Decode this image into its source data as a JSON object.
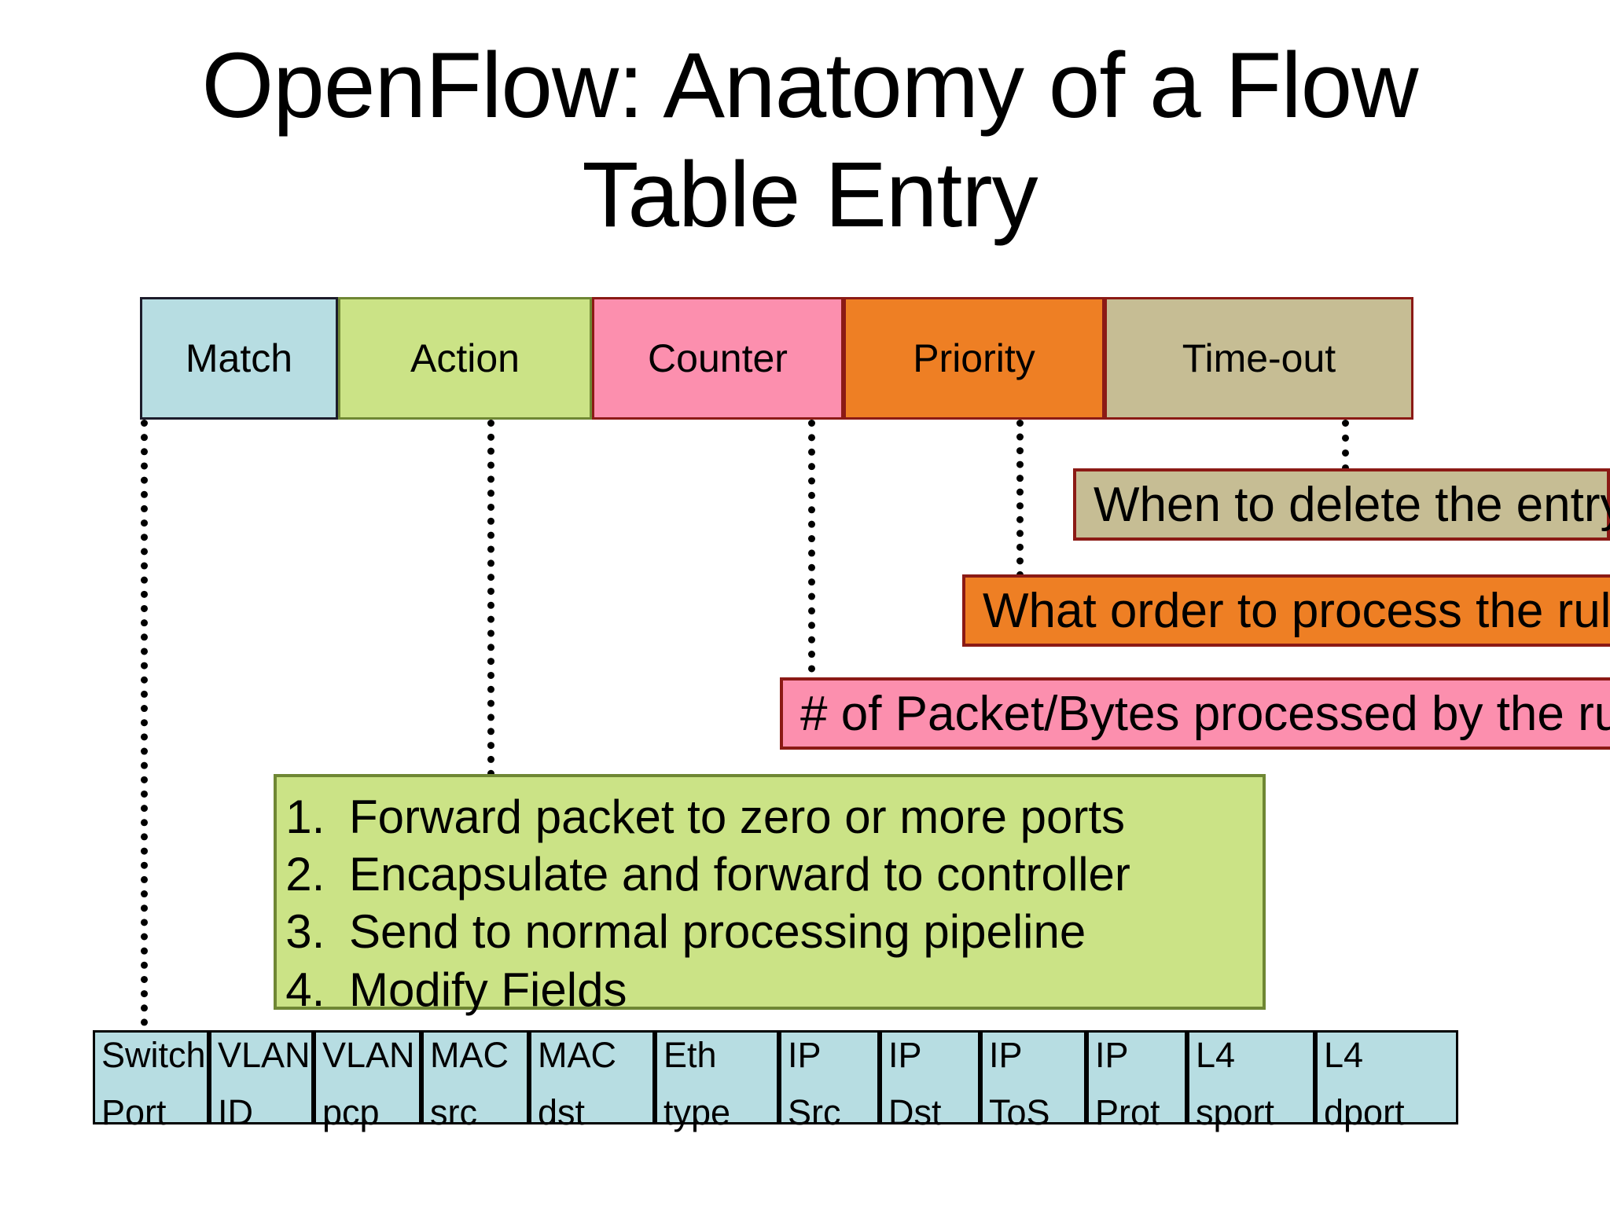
{
  "title": "OpenFlow: Anatomy of a Flow Table Entry",
  "colors": {
    "match": "#b7dde2",
    "action": "#cbe386",
    "counter": "#fc8fae",
    "priority": "#ee7f24",
    "timeout": "#c6bd94",
    "border_dark_red": "#8b1a15",
    "border_black": "#1c1c2b",
    "border_olive": "#6f8734",
    "text": "#000000",
    "background": "#ffffff"
  },
  "entry_bar": {
    "cells": [
      {
        "label": "Match",
        "fill": "#b7dde2",
        "border": "#1c1c2b"
      },
      {
        "label": "Action",
        "fill": "#cbe386",
        "border": "#6f8734"
      },
      {
        "label": "Counter",
        "fill": "#fc8fae",
        "border": "#8b1a15"
      },
      {
        "label": "Priority",
        "fill": "#ee7f24",
        "border": "#8b1a15"
      },
      {
        "label": "Time-out",
        "fill": "#c6bd94",
        "border": "#8b1a15"
      }
    ]
  },
  "callouts": [
    {
      "id": "timeout-callout",
      "text": "When to delete the entry",
      "fill": "#c6bd94"
    },
    {
      "id": "priority-callout",
      "text": "What order to process the rule",
      "fill": "#ee7f24"
    },
    {
      "id": "counter-callout",
      "text": "# of Packet/Bytes processed by the rule",
      "fill": "#fc8fae"
    }
  ],
  "action_list": {
    "items": [
      "Forward packet to zero or more ports",
      "Encapsulate and forward to controller",
      "Send to normal processing pipeline",
      "Modify Fields"
    ]
  },
  "match_fields": [
    {
      "line1": "Switch",
      "line2": "Port"
    },
    {
      "line1": "VLAN",
      "line2": "ID"
    },
    {
      "line1": "VLAN",
      "line2": "pcp"
    },
    {
      "line1": "MAC",
      "line2": "src"
    },
    {
      "line1": "MAC",
      "line2": "dst"
    },
    {
      "line1": "Eth",
      "line2": "type"
    },
    {
      "line1": "IP",
      "line2": "Src"
    },
    {
      "line1": "IP",
      "line2": "Dst"
    },
    {
      "line1": "IP",
      "line2": "ToS"
    },
    {
      "line1": "IP",
      "line2": "Prot"
    },
    {
      "line1": "L4",
      "line2": "sport"
    },
    {
      "line1": "L4",
      "line2": "dport"
    }
  ]
}
